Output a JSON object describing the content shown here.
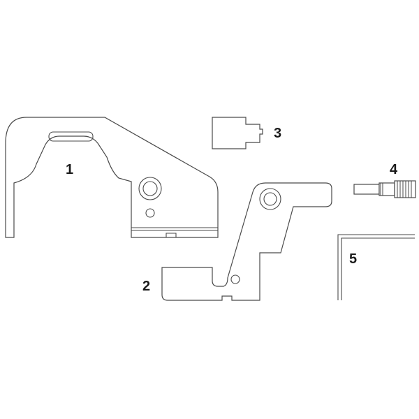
{
  "diagram": {
    "parts": [
      {
        "id": "part-1",
        "label": "1"
      },
      {
        "id": "part-2",
        "label": "2"
      },
      {
        "id": "part-3",
        "label": "3"
      },
      {
        "id": "part-4",
        "label": "4"
      },
      {
        "id": "part-5",
        "label": "5"
      }
    ]
  },
  "colors": {
    "line": "#4a4a4a",
    "label": "#1a1a1a",
    "background": "#ffffff"
  }
}
